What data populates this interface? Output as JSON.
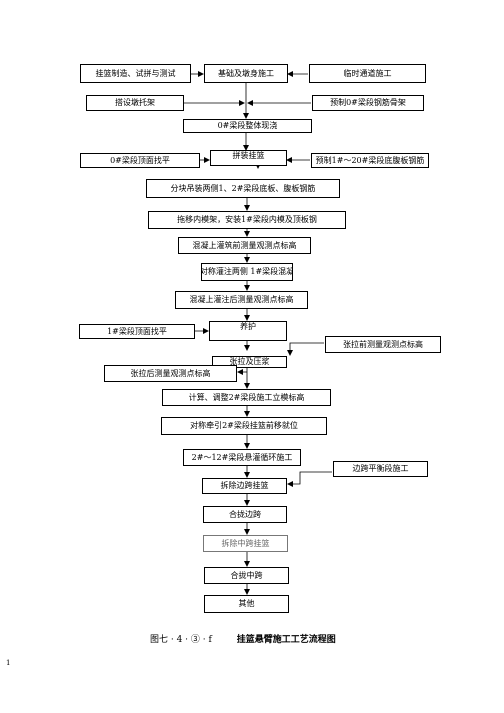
{
  "nodes": {
    "n_hanging_basket": "挂篮制造、试拼与测试",
    "n_foundation": "基础及墩身施工",
    "n_temp_access": "临时通道施工",
    "n_bracket": "搭设墩托架",
    "n_prefab_rebar": "预制0#梁段钢筋骨架",
    "n_cast0": "0#梁段整体现浇",
    "n_level0": "0#梁段顶面找平",
    "n_assemble": "拼装挂篮",
    "n_prefab_1_20": "预制1#～20#梁段底腹板钢筋",
    "n_hoist": "分块吊装两侧1、2#梁段底板、腹板钢筋",
    "n_inner_form": "拖移内模架，安装1#梁段内模及顶板钢",
    "n_pre_survey": "混凝上灌筑前测量观测点标高",
    "n_sym_pour": "对称灌注两侧 1#梁段混凝",
    "n_post_survey": "混凝上灌注后测量观测点标高",
    "n_level1": "1#梁段顶面找平",
    "n_cure": "养护",
    "n_pre_tension": "张拉前测量观测点标高",
    "n_tension": "张拉及压浆",
    "n_post_tension": "张拉后测量观测点标高",
    "n_adjust": "计算、调整2#梁段施工立模标高",
    "n_pull": "对称牵引2#梁段挂篮前移就位",
    "n_cycle": "2#～12#梁段悬灌循环施工",
    "n_side_span": "边跨平衡段施工",
    "n_remove_side": "拆除边跨挂篮",
    "n_close_side": "合拢边跨",
    "n_remove_mid": "拆除中跨挂篮",
    "n_close_mid": "合拢中跨",
    "n_other": "其他"
  },
  "caption": {
    "figure_no": "图七 · 4 · ③ · f",
    "title": "挂篮悬臂施工工艺流程图"
  },
  "page_number": "1"
}
